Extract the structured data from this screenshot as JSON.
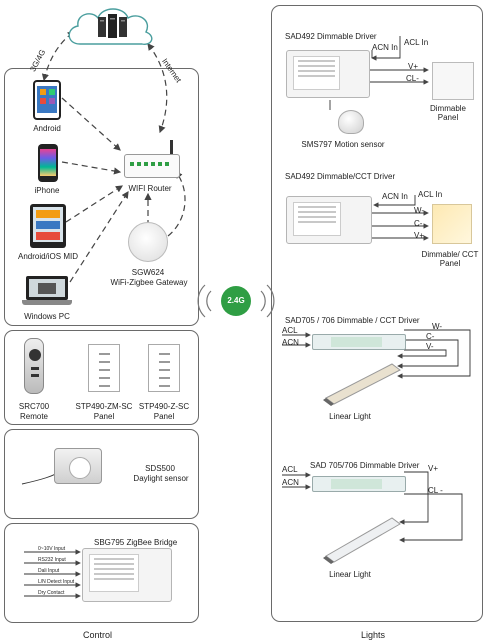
{
  "cloud": {
    "network_label": "3G/4G",
    "internet_label": "Internet"
  },
  "control": {
    "devices": {
      "android": "Android",
      "iphone": "iPhone",
      "android_ios_mid": "Android/iOS MID",
      "windows_pc": "Windows PC",
      "router": "WIFI Router",
      "gateway_model": "SGW624",
      "gateway_desc": "WiFi-Zigbee Gateway"
    },
    "remotes": {
      "src700_model": "SRC700",
      "src700_desc": "Remote",
      "stp490zm_model": "STP490-ZM-SC",
      "stp490zm_desc": "Panel",
      "stp490z_model": "STP490-Z-SC",
      "stp490z_desc": "Panel"
    },
    "sensor": {
      "model": "SDS500",
      "desc": "Daylight sensor"
    },
    "bridge": {
      "title": "SBG795 ZigBee Bridge",
      "inputs": [
        "0~10V Input",
        "RS232 Input",
        "Dali Input",
        "L/N Detect Input",
        "Dry Contact"
      ]
    },
    "footer": "Control"
  },
  "badge": "2.4G",
  "lights": {
    "footer": "Lights",
    "section1": {
      "title": "SAD492 Dimmable Driver",
      "acn_in": "ACN In",
      "acl_in": "ACL In",
      "v_plus": "V+",
      "cl_minus": "CL-",
      "panel_label": [
        "Dimmable",
        "Panel"
      ],
      "sensor_label": "SMS797 Motion sensor"
    },
    "section2": {
      "title": "SAD492 Dimmable/CCT Driver",
      "acn_in": "ACN In",
      "acl_in": "ACL In",
      "w_minus": "W-",
      "c_minus": "C-",
      "v_plus": "V+",
      "panel_label": [
        "Dimmable/ CCT",
        "Panel"
      ]
    },
    "section3": {
      "title": "SAD705 / 706 Dimmable / CCT Driver",
      "acl": "ACL",
      "acn": "ACN",
      "w_minus": "W-",
      "c_minus": "C-",
      "v_minus": "V-",
      "light_label": "Linear Light"
    },
    "section4": {
      "title": "SAD 705/706 Dimmable Driver",
      "acl": "ACL",
      "acn": "ACN",
      "v_plus": "V+",
      "cl_minus": "CL -",
      "light_label": "Linear Light"
    }
  },
  "colors": {
    "badge": "#2f9e44",
    "border": "#6a6a6a",
    "phone_screen": "#3a78c2"
  }
}
